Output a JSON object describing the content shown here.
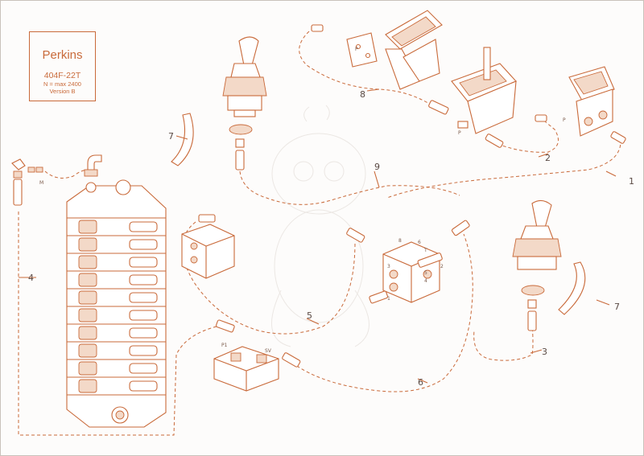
{
  "title_block": {
    "brand": "Perkins",
    "model": "404F-22T",
    "spec": "N = max 2400",
    "version": "Version B"
  },
  "callouts": [
    {
      "id": "c1",
      "label": "1"
    },
    {
      "id": "c2",
      "label": "2"
    },
    {
      "id": "c3",
      "label": "3"
    },
    {
      "id": "c4",
      "label": "4"
    },
    {
      "id": "c5",
      "label": "5"
    },
    {
      "id": "c6",
      "label": "6"
    },
    {
      "id": "c7a",
      "label": "7"
    },
    {
      "id": "c7b",
      "label": "7"
    },
    {
      "id": "c8",
      "label": "8"
    },
    {
      "id": "c9",
      "label": "9"
    }
  ],
  "port_labels": {
    "m": "M",
    "p_pedal": "P",
    "p_cluster": "P",
    "p1": "P1",
    "sv": "SV",
    "p_plate": "P",
    "v1": "1",
    "v2": "2",
    "v3": "3",
    "v4": "4",
    "v5": "5",
    "v6": "6",
    "v8": "8",
    "t": "T"
  },
  "colors": {
    "line": "#c96a3a",
    "shade": "#f3d9c8",
    "text": "#5a4a44"
  }
}
